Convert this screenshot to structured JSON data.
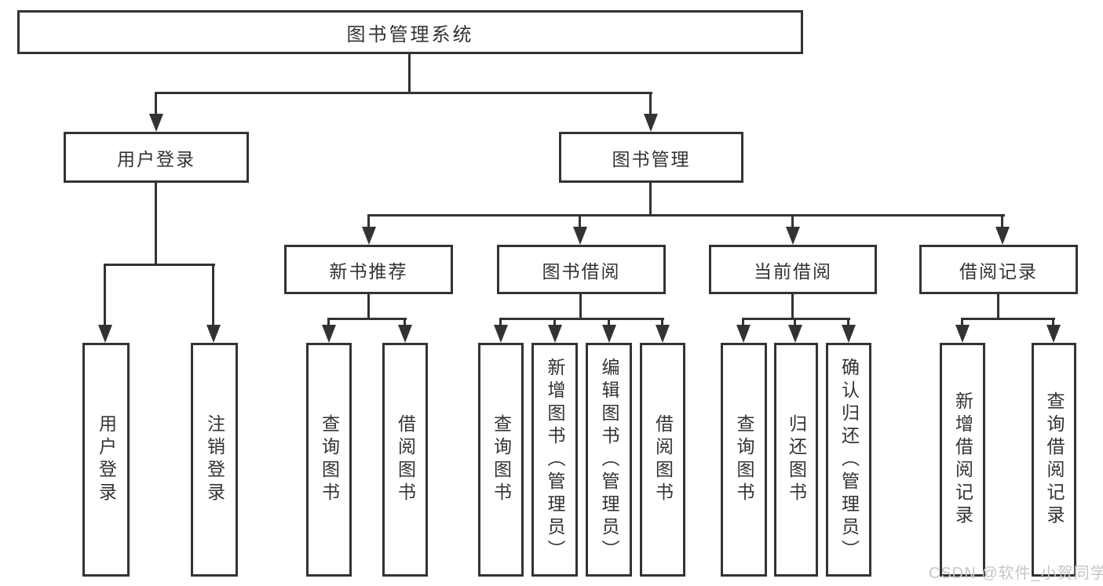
{
  "diagram": {
    "root": {
      "label": "图书管理系统"
    },
    "level2": [
      {
        "label": "用户登录"
      },
      {
        "label": "图书管理"
      }
    ],
    "level3": [
      {
        "label": "新书推荐"
      },
      {
        "label": "图书借阅"
      },
      {
        "label": "当前借阅"
      },
      {
        "label": "借阅记录"
      }
    ],
    "leaves": [
      {
        "label": "用户登录"
      },
      {
        "label": "注销登录"
      },
      {
        "label": "查询图书"
      },
      {
        "label": "借阅图书"
      },
      {
        "label": "查询图书"
      },
      {
        "label": "新增图书（管理员）"
      },
      {
        "label": "编辑图书（管理员）"
      },
      {
        "label": "借阅图书"
      },
      {
        "label": "查询图书"
      },
      {
        "label": "归还图书"
      },
      {
        "label": "确认归还（管理员）"
      },
      {
        "label": "新增借阅记录"
      },
      {
        "label": "查询借阅记录"
      }
    ]
  },
  "watermark": {
    "text": "CSDN @软件_小贺同学"
  },
  "colors": {
    "line": "#333333",
    "box_border": "#333333",
    "text": "#333333",
    "background": "#ffffff",
    "watermark": "#c6c6c6"
  }
}
